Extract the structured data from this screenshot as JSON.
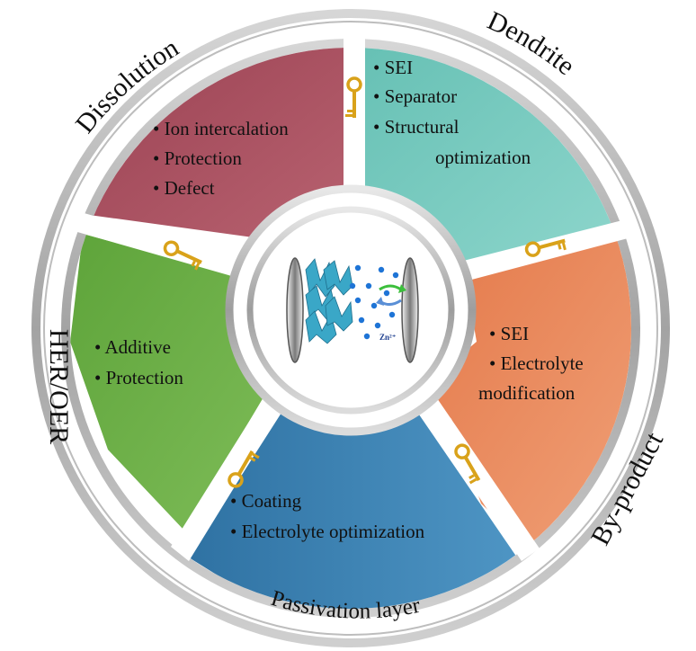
{
  "segments": [
    {
      "id": "dissolution",
      "color": "#a8505e",
      "items": [
        "• Ion intercalation",
        "• Protection",
        "• Defect"
      ]
    },
    {
      "id": "dendrite",
      "color": "#73c7bd",
      "items": [
        "• SEI",
        "• Separator",
        "• Structural",
        "optimization"
      ]
    },
    {
      "id": "by-product",
      "color": "#e98656",
      "items": [
        "• SEI",
        "• Electrolyte",
        "modification"
      ]
    },
    {
      "id": "passivation",
      "color": "#3f86b5",
      "items": [
        "• Coating",
        "• Electrolyte optimization"
      ]
    },
    {
      "id": "her-oer",
      "color": "#6fae48",
      "items": [
        "• Additive",
        "• Protection"
      ]
    }
  ],
  "outer_labels": {
    "dissolution": "Dissolution",
    "dendrite": "Dendrite",
    "by_product": "By-product",
    "passivation": "Passivation layer",
    "her_oer": "HER/OER"
  },
  "center": {
    "ion_label": "Zn²⁺"
  },
  "key_color": "#d9a21a"
}
